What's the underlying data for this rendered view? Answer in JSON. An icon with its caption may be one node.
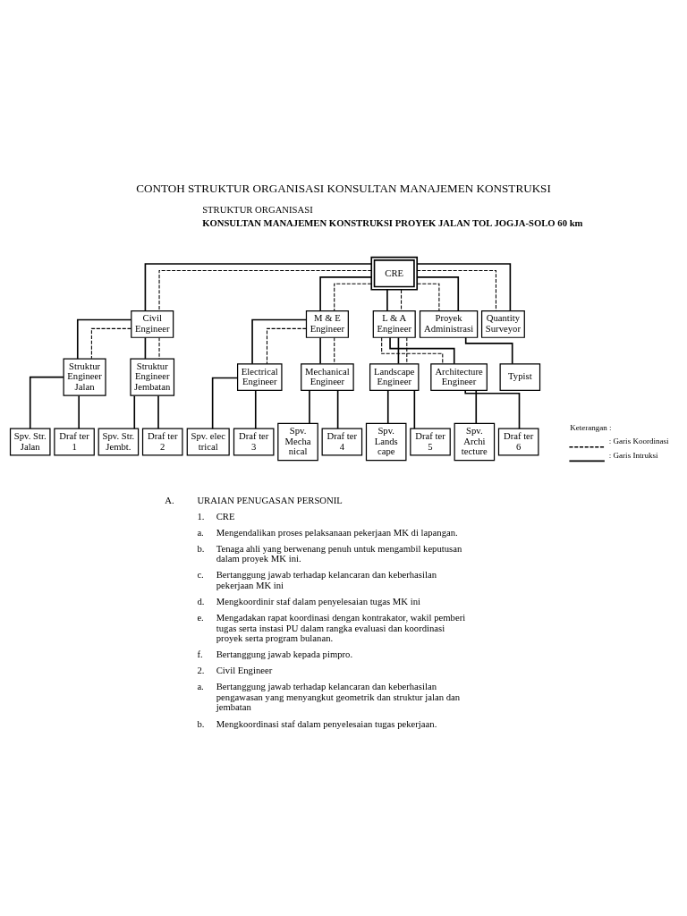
{
  "diagram": {
    "title": "CONTOH STRUKTUR ORGANISASI KONSULTAN MANAJEMEN KONSTRUKSI",
    "nodes": [
      {
        "text": [
          "CRE"
        ]
      },
      {
        "text": [
          "Civil Engineer"
        ]
      },
      {
        "text": [
          "M & E Engineer"
        ]
      },
      {
        "text": [
          "L & A Engineer"
        ]
      },
      {
        "text": [
          "Proyek Administrasi"
        ]
      },
      {
        "text": [
          "Quantity Surveyor"
        ]
      },
      {
        "text": [
          "Struktur Engineer Jalan"
        ]
      },
      {
        "text": [
          "Struktur Engineer Jembatan"
        ]
      },
      {
        "text": [
          "Electrical Engineer"
        ]
      },
      {
        "text": [
          "Mechanical Engineer"
        ]
      },
      {
        "text": [
          "Landscape Engineer"
        ]
      },
      {
        "text": [
          "Architecture Engineer"
        ]
      },
      {
        "text": [
          "Typist"
        ]
      },
      {
        "text": [
          "Spv. Str. Jalan"
        ]
      },
      {
        "text": [
          "Draf ter 1"
        ]
      },
      {
        "text": [
          "Spv. Str. Jembt."
        ]
      },
      {
        "text": [
          "Draf ter 2"
        ]
      },
      {
        "text": [
          "Spv. elec trical"
        ]
      },
      {
        "text": [
          "Draf ter 3"
        ]
      },
      {
        "text": [
          "Spv. Mecha nical"
        ]
      },
      {
        "text": [
          "Draf ter 4"
        ]
      },
      {
        "text": [
          "Spv. Lands cape"
        ]
      },
      {
        "text": [
          "Draf ter 5"
        ]
      },
      {
        "text": [
          "Spv. Archi tecture"
        ]
      },
      {
        "text": [
          "Draf ter 6"
        ]
      }
    ],
    "edges": [
      {
        "from": 0,
        "to": 1,
        "arrow": "none"
      },
      {
        "from": 0,
        "to": 2,
        "arrow": "none"
      },
      {
        "from": 0,
        "to": 3,
        "arrow": "none"
      },
      {
        "from": 0,
        "to": 4,
        "arrow": "none"
      },
      {
        "from": 0,
        "to": 5,
        "arrow": "none"
      },
      {
        "from": 0,
        "to": 1,
        "arrow": "none",
        "style": "dashed"
      },
      {
        "from": 0,
        "to": 2,
        "arrow": "none",
        "style": "dashed"
      },
      {
        "from": 0,
        "to": 3,
        "arrow": "none",
        "style": "dashed"
      },
      {
        "from": 0,
        "to": 4,
        "arrow": "none",
        "style": "dashed"
      },
      {
        "from": 0,
        "to": 5,
        "arrow": "none",
        "style": "dashed"
      },
      {
        "from": 1,
        "to": 6,
        "arrow": "none"
      },
      {
        "from": 1,
        "to": 7,
        "arrow": "none"
      },
      {
        "from": 1,
        "to": 6,
        "arrow": "none",
        "style": "dashed"
      },
      {
        "from": 1,
        "to": 7,
        "arrow": "none",
        "style": "dashed"
      },
      {
        "from": 2,
        "to": 8,
        "arrow": "none"
      },
      {
        "from": 2,
        "to": 9,
        "arrow": "none"
      },
      {
        "from": 2,
        "to": 8,
        "arrow": "none",
        "style": "dashed"
      },
      {
        "from": 2,
        "to": 9,
        "arrow": "none",
        "style": "dashed"
      },
      {
        "from": 3,
        "to": 10,
        "arrow": "none"
      },
      {
        "from": 3,
        "to": 11,
        "arrow": "none"
      },
      {
        "from": 3,
        "to": 10,
        "arrow": "none",
        "style": "dashed"
      },
      {
        "from": 3,
        "to": 11,
        "arrow": "none",
        "style": "dashed"
      },
      {
        "from": 4,
        "to": 12,
        "arrow": "none"
      },
      {
        "from": 6,
        "to": 13,
        "arrow": "none"
      },
      {
        "from": 6,
        "to": 14,
        "arrow": "none"
      },
      {
        "from": 7,
        "to": 15,
        "arrow": "none"
      },
      {
        "from": 7,
        "to": 16,
        "arrow": "none"
      },
      {
        "from": 8,
        "to": 17,
        "arrow": "none"
      },
      {
        "from": 8,
        "to": 18,
        "arrow": "none"
      },
      {
        "from": 9,
        "to": 19,
        "arrow": "none"
      },
      {
        "from": 9,
        "to": 20,
        "arrow": "none"
      },
      {
        "from": 10,
        "to": 21,
        "arrow": "none"
      },
      {
        "from": 10,
        "to": 22,
        "arrow": "none"
      },
      {
        "from": 11,
        "to": 23,
        "arrow": "none"
      },
      {
        "from": 11,
        "to": 24,
        "arrow": "none"
      }
    ],
    "labels": [
      "STRUKTUR ORGANISASI",
      "KONSULTAN MANAJEMEN KONSTRUKSI PROYEK JALAN TOL JOGJA-SOLO 60 km",
      "Keterangan :",
      "A.",
      "URAIAN PENUGASAN PERSONIL",
      "1.",
      "CRE",
      "a.",
      "Mengendalikan proses pelaksanaan pekerjaan MK di lapangan.",
      "b.",
      "Tenaga ahli yang berwenang penuh untuk mengambil keputusan dalam proyek MK ini.",
      "c.",
      "Bertanggung jawab terhadap kelancaran dan keberhasilan pekerjaan MK ini",
      "d.",
      "Mengkoordinir staf dalam penyelesaian tugas MK ini",
      "e.",
      "Mengadakan rapat koordinasi dengan kontrakator, wakil pemberi tugas serta instasi PU dalam rangka evaluasi dan koordinasi proyek serta program bulanan.",
      "f.",
      "Bertanggung jawab kepada pimpro.",
      "2.",
      "Civil Engineer",
      "a.",
      "Bertanggung jawab terhadap kelancaran dan keberhasilan pengawasan yang menyangkut geometrik dan struktur jalan dan jembatan",
      "b.",
      "Mengkoordinasi staf dalam penyelesaian tugas pekerjaan."
    ],
    "legend": [
      {
        "text": ": Garis Koordinasi"
      },
      {
        "text": ": Garis Intruksi"
      }
    ]
  }
}
